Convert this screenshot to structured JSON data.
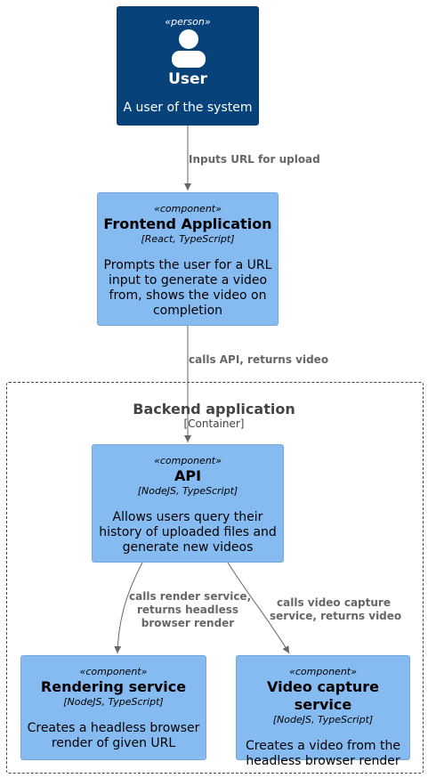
{
  "user": {
    "stereotype": "«person»",
    "title": "User",
    "description": "A user of the system",
    "icon": "person-icon"
  },
  "frontend": {
    "stereotype": "«component»",
    "title": "Frontend Application",
    "tech": "[React, TypeScript]",
    "desc_lines": [
      "Prompts the user for a URL",
      "input to generate a video",
      "from, shows the video on",
      "completion"
    ]
  },
  "boundary": {
    "title": "Backend application",
    "subtitle": "[Container]"
  },
  "api": {
    "stereotype": "«component»",
    "title": "API",
    "tech": "[NodeJS, TypeScript]",
    "desc_lines": [
      "Allows users query their",
      "history of uploaded files and",
      "generate new videos"
    ]
  },
  "rendering": {
    "stereotype": "«component»",
    "title": "Rendering service",
    "tech": "[NodeJS, TypeScript]",
    "desc_lines": [
      "Creates a headless browser",
      "render of given URL"
    ]
  },
  "videocapture": {
    "stereotype": "«component»",
    "title": "Video capture service",
    "tech": "[NodeJS, TypeScript]",
    "desc_lines": [
      "Creates a video from the",
      "headless browser render"
    ]
  },
  "edges": {
    "user_to_frontend": "Inputs URL for upload",
    "frontend_to_api": "calls API, returns video",
    "api_to_rendering": [
      "calls render service,",
      "returns headless",
      "browser render"
    ],
    "api_to_videocapture": [
      "calls video capture",
      "service, returns video"
    ]
  },
  "colors": {
    "person": "#08427B",
    "component": "#85BBF0",
    "edge": "#666666"
  }
}
